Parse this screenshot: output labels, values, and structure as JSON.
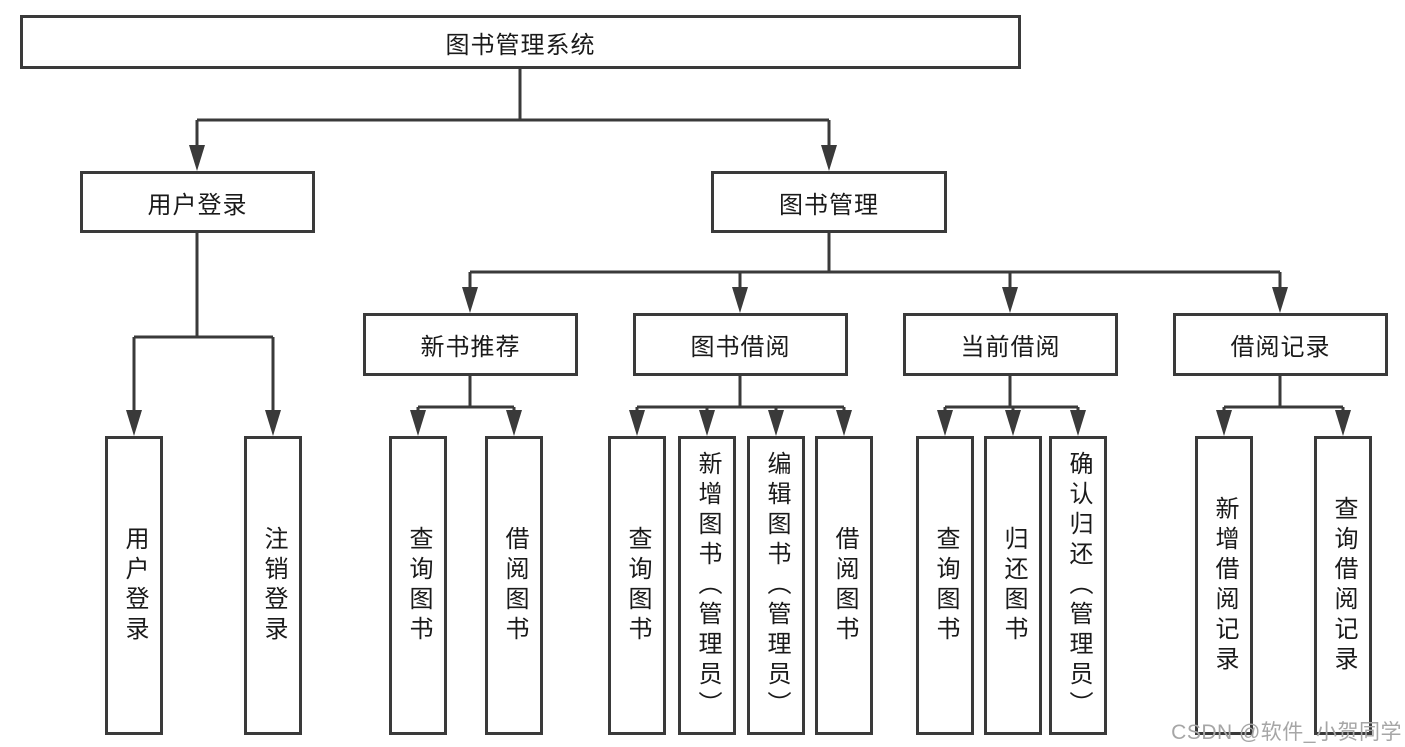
{
  "tree": {
    "root": {
      "label": "图书管理系统"
    },
    "branches": [
      {
        "label": "用户登录",
        "leaves": [
          {
            "label": "用户登录"
          },
          {
            "label": "注销登录"
          }
        ]
      },
      {
        "label": "图书管理",
        "groups": [
          {
            "label": "新书推荐",
            "leaves": [
              {
                "label": "查询图书"
              },
              {
                "label": "借阅图书"
              }
            ]
          },
          {
            "label": "图书借阅",
            "leaves": [
              {
                "label": "查询图书"
              },
              {
                "label": "新增图书（管理员）"
              },
              {
                "label": "编辑图书（管理员）"
              },
              {
                "label": "借阅图书"
              }
            ]
          },
          {
            "label": "当前借阅",
            "leaves": [
              {
                "label": "查询图书"
              },
              {
                "label": "归还图书"
              },
              {
                "label": "确认归还（管理员）"
              }
            ]
          },
          {
            "label": "借阅记录",
            "leaves": [
              {
                "label": "新增借阅记录"
              },
              {
                "label": "查询借阅记录"
              }
            ]
          }
        ]
      }
    ]
  },
  "watermark": {
    "text": "CSDN @软件_小贺同学"
  },
  "colors": {
    "line": "#3a3a3a",
    "text": "#1a1a1a",
    "watermark": "#a6a6a6",
    "background": "#ffffff"
  }
}
